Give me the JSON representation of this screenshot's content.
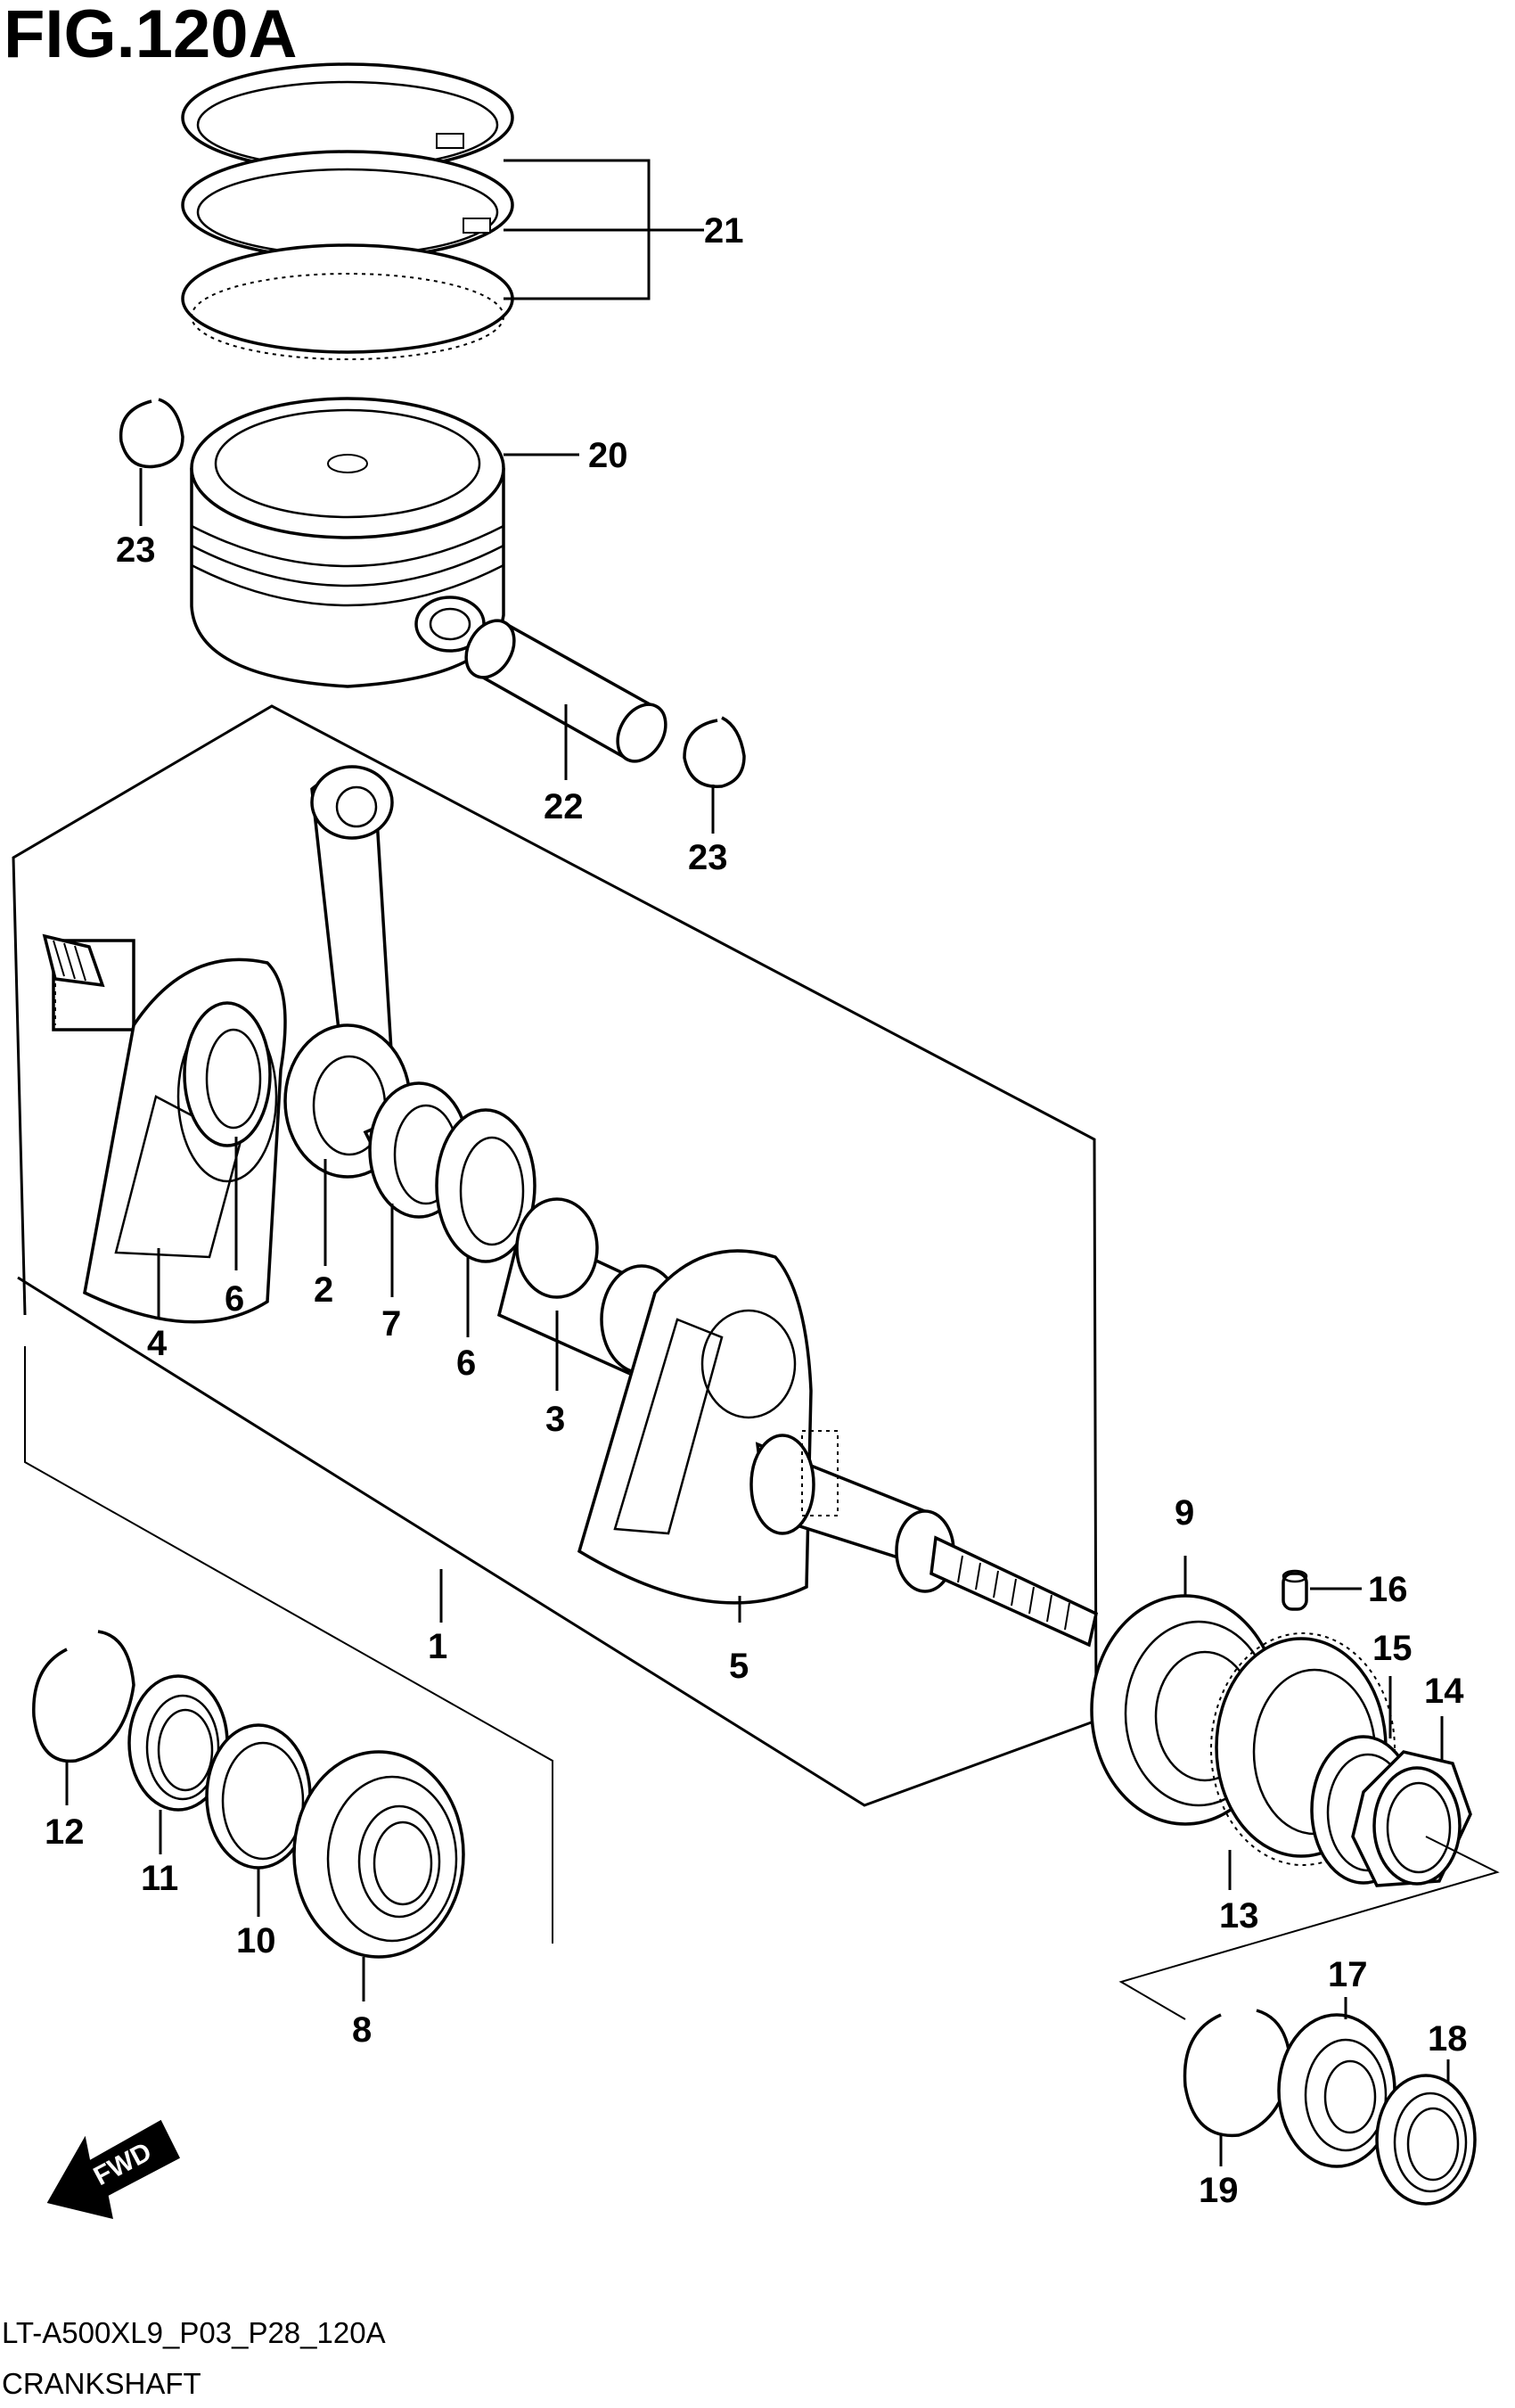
{
  "header": {
    "title": "FIG.120A"
  },
  "footer": {
    "model_code": "LT-A500XL9_P03_P28_120A",
    "name": "CRANKSHAFT"
  },
  "direction": {
    "label": "FWD"
  },
  "callouts": {
    "c1": "1",
    "c2": "2",
    "c3": "3",
    "c4": "4",
    "c5": "5",
    "c6a": "6",
    "c6b": "6",
    "c7": "7",
    "c8": "8",
    "c9": "9",
    "c10": "10",
    "c11": "11",
    "c12": "12",
    "c13": "13",
    "c14": "14",
    "c15": "15",
    "c16": "16",
    "c17": "17",
    "c18": "18",
    "c19": "19",
    "c20": "20",
    "c21": "21",
    "c22": "22",
    "c23a": "23",
    "c23b": "23"
  },
  "colors": {
    "ink": "#000000",
    "paper": "#ffffff"
  }
}
